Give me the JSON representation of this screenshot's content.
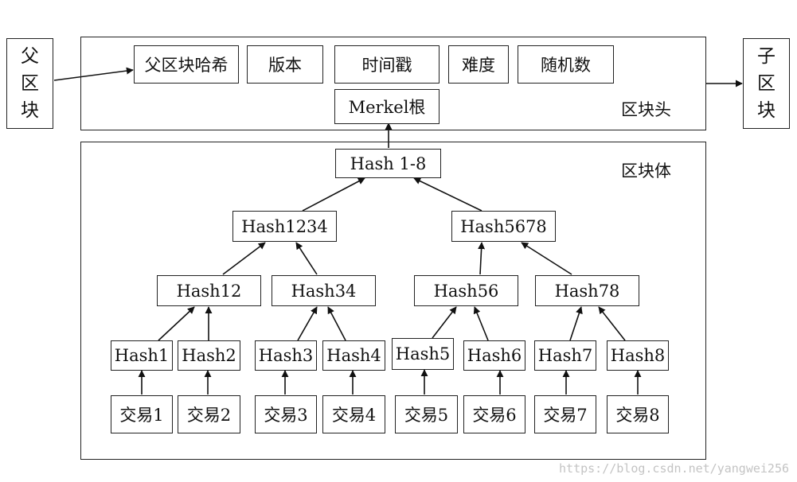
{
  "parent_block": {
    "chars": [
      "父",
      "区",
      "块"
    ]
  },
  "child_block": {
    "chars": [
      "子",
      "区",
      "块"
    ]
  },
  "header": {
    "label": "区块头",
    "fields": {
      "prev_hash": "父区块哈希",
      "version": "版本",
      "timestamp": "时间戳",
      "difficulty": "难度",
      "nonce": "随机数",
      "merkle_root": "Merkel根"
    }
  },
  "body": {
    "label": "区块体",
    "tree": {
      "root": "Hash 1-8",
      "level2": [
        "Hash1234",
        "Hash5678"
      ],
      "level3": [
        "Hash12",
        "Hash34",
        "Hash56",
        "Hash78"
      ],
      "leaves": [
        "Hash1",
        "Hash2",
        "Hash3",
        "Hash4",
        "Hash5",
        "Hash6",
        "Hash7",
        "Hash8"
      ],
      "transactions": [
        "交易1",
        "交易2",
        "交易3",
        "交易4",
        "交易5",
        "交易6",
        "交易7",
        "交易8"
      ]
    }
  },
  "watermark": "https://blog.csdn.net/yangwei256"
}
